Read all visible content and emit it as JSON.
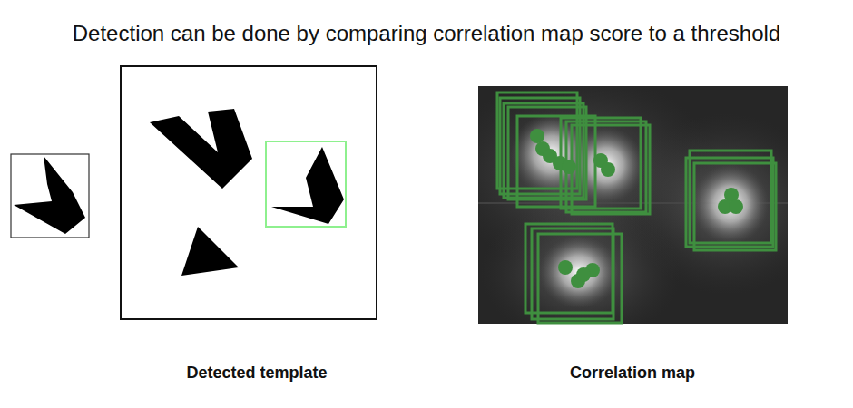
{
  "diagram": {
    "title": "Detection can be done by comparing correlation map score to a threshold",
    "labels": [
      "Detected template",
      "Correlation map"
    ]
  }
}
